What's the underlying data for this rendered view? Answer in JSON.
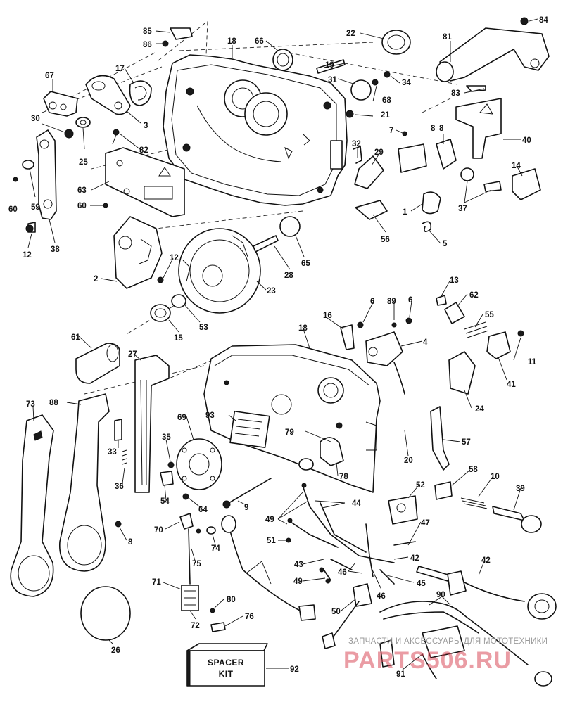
{
  "diagram": {
    "type": "exploded-parts-view",
    "callouts": [
      "85",
      "84",
      "86",
      "18",
      "66",
      "22",
      "81",
      "67",
      "17",
      "19",
      "31",
      "34",
      "68",
      "30",
      "3",
      "21",
      "83",
      "25",
      "82",
      "7",
      "8",
      "40",
      "32",
      "29",
      "59",
      "63",
      "60",
      "37",
      "14",
      "1",
      "56",
      "5",
      "12",
      "38",
      "28",
      "65",
      "2",
      "23",
      "13",
      "53",
      "15",
      "62",
      "6",
      "89",
      "55",
      "16",
      "4",
      "11",
      "61",
      "27",
      "41",
      "24",
      "73",
      "88",
      "69",
      "93",
      "79",
      "57",
      "33",
      "35",
      "20",
      "36",
      "58",
      "10",
      "39",
      "78",
      "54",
      "64",
      "52",
      "9",
      "44",
      "49",
      "70",
      "74",
      "47",
      "51",
      "75",
      "43",
      "42",
      "8",
      "49",
      "71",
      "46",
      "45",
      "80",
      "50",
      "76",
      "26",
      "72",
      "90",
      "92",
      "91"
    ],
    "spacer_kit_label_line1": "SPACER",
    "spacer_kit_label_line2": "KIT",
    "spacer_kit_callout": "92"
  },
  "watermark": {
    "caption": "ЗАПЧАСТИ И АКСЕССУАРЫ ДЛЯ МОТОТЕХНИКИ",
    "site": "PARTS506.RU"
  }
}
